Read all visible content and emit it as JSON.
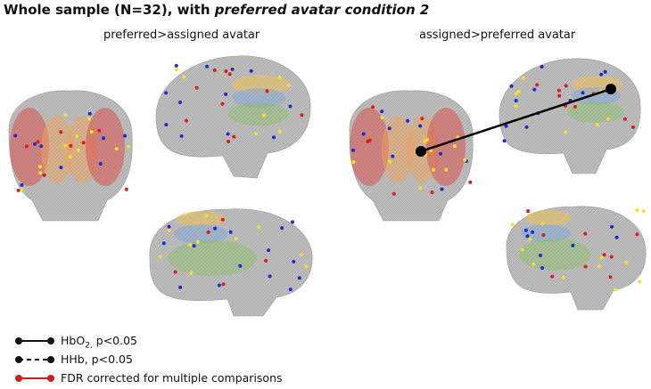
{
  "title": {
    "prefix": "Whole sample (N=32), with ",
    "emphasis": "preferred avatar condition 2"
  },
  "panels": {
    "left_label": "preferred>assigned avatar",
    "right_label": "assigned>preferred avatar"
  },
  "legend": {
    "items": [
      {
        "label_main": "HbO",
        "label_sub": "2,",
        "label_rest": " p<0.05",
        "line_style": "solid",
        "color": "#111111"
      },
      {
        "label_main": "HHb, p<0.05",
        "label_sub": "",
        "label_rest": "",
        "line_style": "dashed",
        "color": "#111111"
      },
      {
        "label_main": "FDR corrected for multiple comparisons",
        "label_sub": "",
        "label_rest": "",
        "line_style": "solid",
        "color": "#cc1f1f"
      }
    ]
  },
  "colors": {
    "brain": "#b9b9b9",
    "region_red": "#d9534f",
    "region_orange": "#f0a25a",
    "region_yellow": "#f2c14e",
    "region_blue": "#7fa7d9",
    "region_green": "#8fc06a",
    "channel_red": "#e01b1b",
    "channel_yellow": "#f4e02a",
    "channel_blue": "#1b2bd6",
    "connection": "#000000"
  }
}
